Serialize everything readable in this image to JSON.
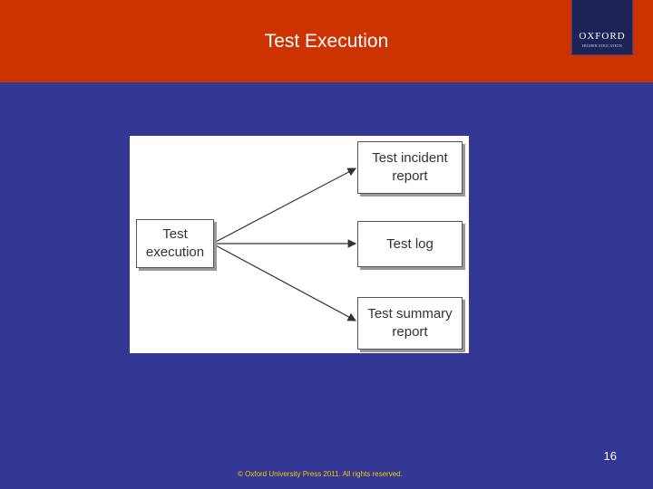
{
  "slide": {
    "title": "Test Execution",
    "page_number": "16",
    "copyright": "© Oxford University Press 2011. All rights reserved."
  },
  "logo": {
    "word": "OXFORD",
    "subtitle": "HIGHER EDUCATION"
  },
  "diagram": {
    "source_node": "Test\nexecution",
    "targets": [
      "Test incident\nreport",
      "Test log",
      "Test summary\nreport"
    ]
  },
  "colors": {
    "header": "#cc3300",
    "background": "#343794",
    "logo_bg": "#1d2357",
    "copyright": "#f0c800"
  }
}
